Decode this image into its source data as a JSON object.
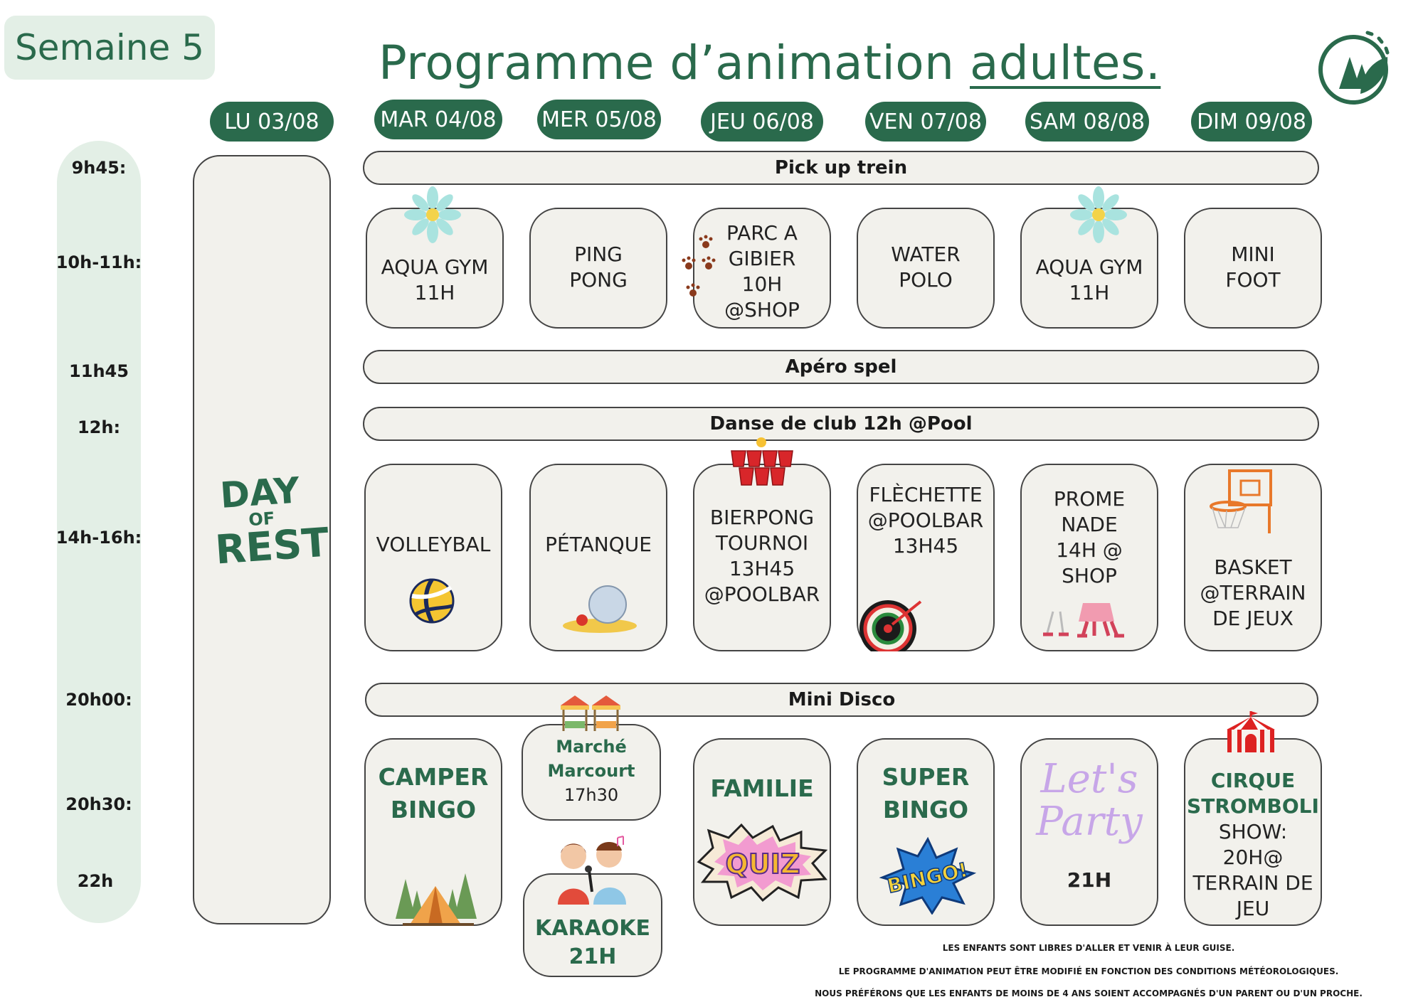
{
  "week": "Semaine 5",
  "title": {
    "prefix": "Programme d’animation ",
    "underlined": "adultes."
  },
  "days": [
    "LU 03/08",
    "MAR 04/08",
    "MER 05/08",
    "JEU 06/08",
    "VEN 07/08",
    "SAM 08/08",
    "DIM 09/08"
  ],
  "times": [
    "9h45:",
    "10h-11h:",
    "11h45",
    "12h:",
    "14h-16h:",
    "20h00:",
    "20h30:",
    "22h"
  ],
  "rest": {
    "l1": "DAY",
    "l2": "OF",
    "l3": "REST"
  },
  "bands": {
    "pickup": "Pick up trein",
    "apero": "Apéro spel",
    "danse": "Danse de club 12h @Pool",
    "disco": "Mini Disco"
  },
  "morning": {
    "mar": [
      "AQUA GYM",
      "11H"
    ],
    "mer": [
      "PING",
      "PONG"
    ],
    "jeu": [
      "PARC A",
      "GIBIER",
      "10H",
      "@SHOP"
    ],
    "ven": [
      "WATER",
      "POLO"
    ],
    "sam": [
      "AQUA GYM",
      "11H"
    ],
    "dim": [
      "MINI",
      "FOOT"
    ]
  },
  "afternoon": {
    "mar": [
      "VOLLEYBAL"
    ],
    "mer": [
      "PÉTANQUE"
    ],
    "jeu": [
      "BIERPONG",
      "TOURNOI",
      "13H45",
      "@POOLBAR"
    ],
    "ven": [
      "FLÈCHETTE",
      "@POOLBAR",
      "13H45"
    ],
    "sam": [
      "PROME",
      "NADE",
      "14H @",
      "SHOP"
    ],
    "dim": [
      "BASKET",
      "@TERRAIN",
      "DE JEUX"
    ]
  },
  "evening": {
    "mar": [
      "CAMPER",
      "BINGO"
    ],
    "mer_market": [
      "Marché",
      "Marcourt",
      "17h30"
    ],
    "mer_karaoke": [
      "KARAOKE",
      "21H"
    ],
    "jeu_title": "FAMILIE",
    "jeu_quiz": "QUIZ",
    "ven": [
      "SUPER",
      "BINGO"
    ],
    "ven_bingo": "BINGO!",
    "sam_script": [
      "Let's",
      "Party"
    ],
    "sam_time": "21H",
    "dim_title": [
      "CIRQUE",
      "STROMBOLI"
    ],
    "dim_body": [
      "SHOW:",
      "20H@",
      "TERRAIN DE",
      "JEU"
    ]
  },
  "notes": [
    "LES ENFANTS SONT LIBRES D'ALLER ET VENIR À LEUR GUISE.",
    "LE PROGRAMME D'ANIMATION PEUT ÊTRE MODIFIÉ EN FONCTION DES CONDITIONS MÉTÉOROLOGIQUES.",
    "NOUS PRÉFÉRONS QUE LES ENFANTS DE MOINS DE 4 ANS SOIENT ACCOMPAGNÉS D'UN PARENT OU D'UN PROCHE."
  ],
  "colors": {
    "brand": "#2a6a4c",
    "light": "#e3efe6",
    "card": "#f2f1ec"
  }
}
